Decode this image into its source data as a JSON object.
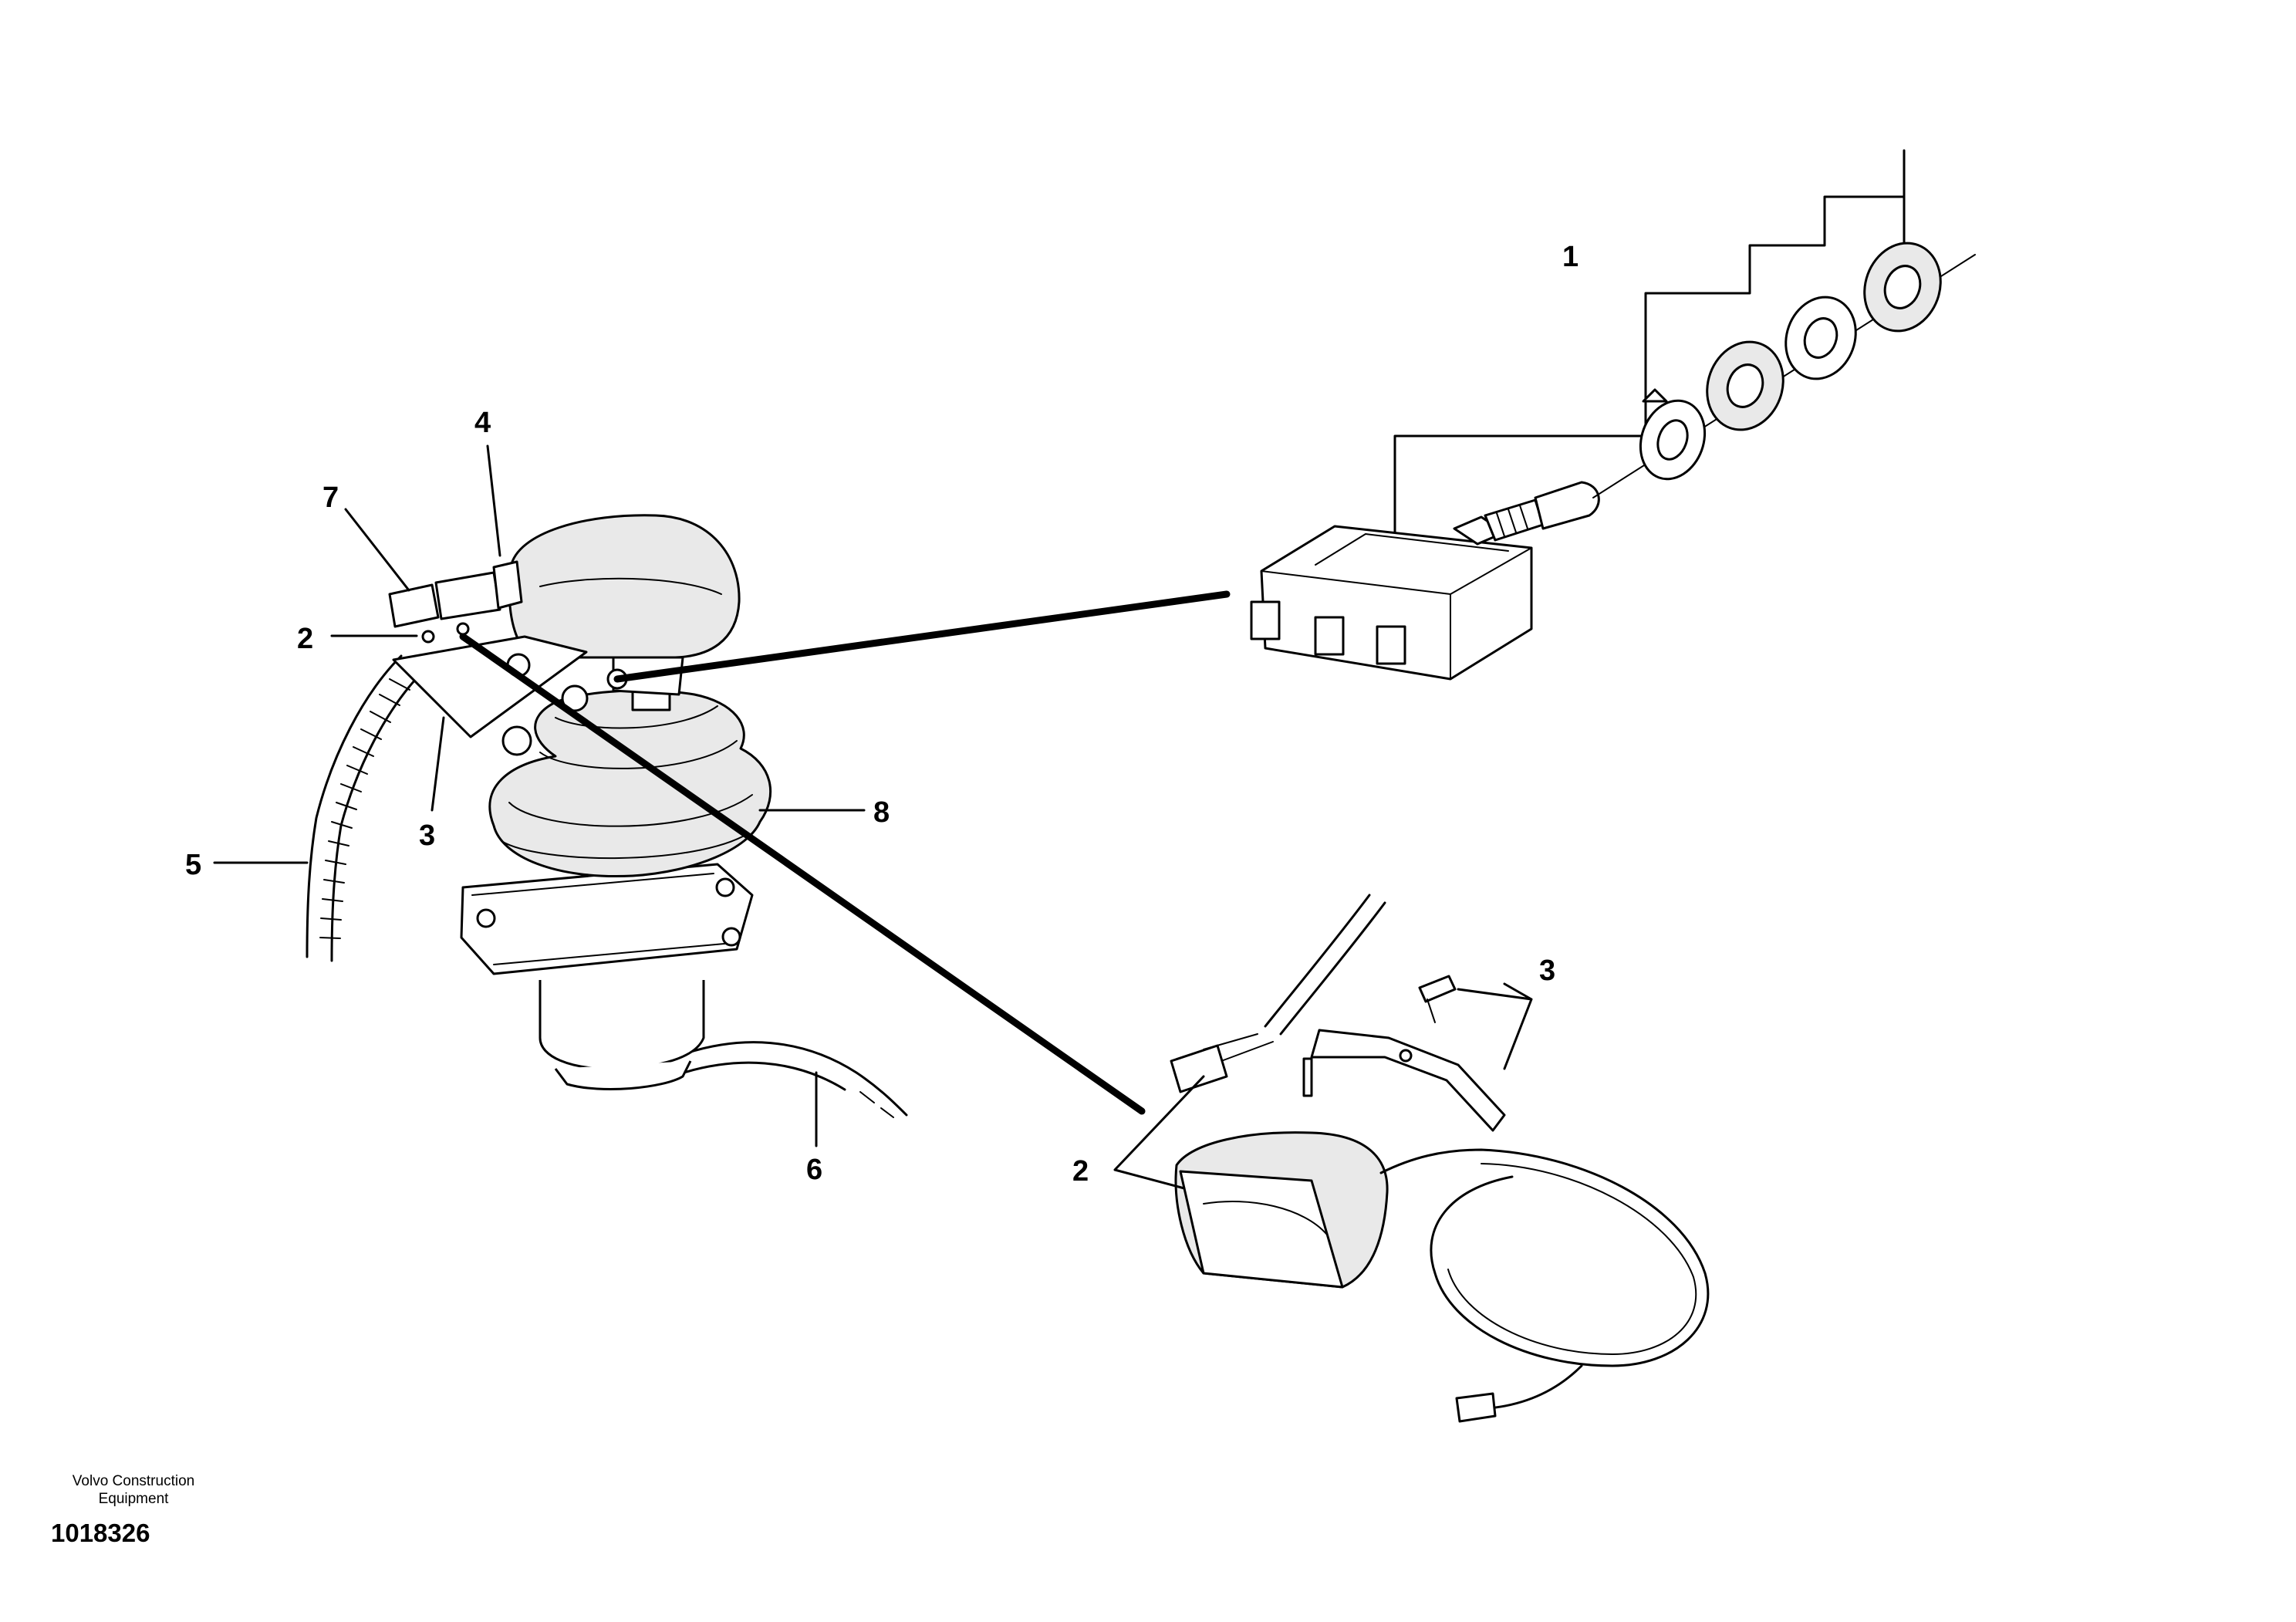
{
  "callouts": {
    "c1": "1",
    "c2_top": "2",
    "c2_bottom": "2",
    "c3_top": "3",
    "c3_right": "3",
    "c4": "4",
    "c5": "5",
    "c6": "6",
    "c7": "7",
    "c8": "8"
  },
  "footer": {
    "brand_line1": "Volvo Construction",
    "brand_line2": "Equipment",
    "drawing_number": "1018326"
  }
}
